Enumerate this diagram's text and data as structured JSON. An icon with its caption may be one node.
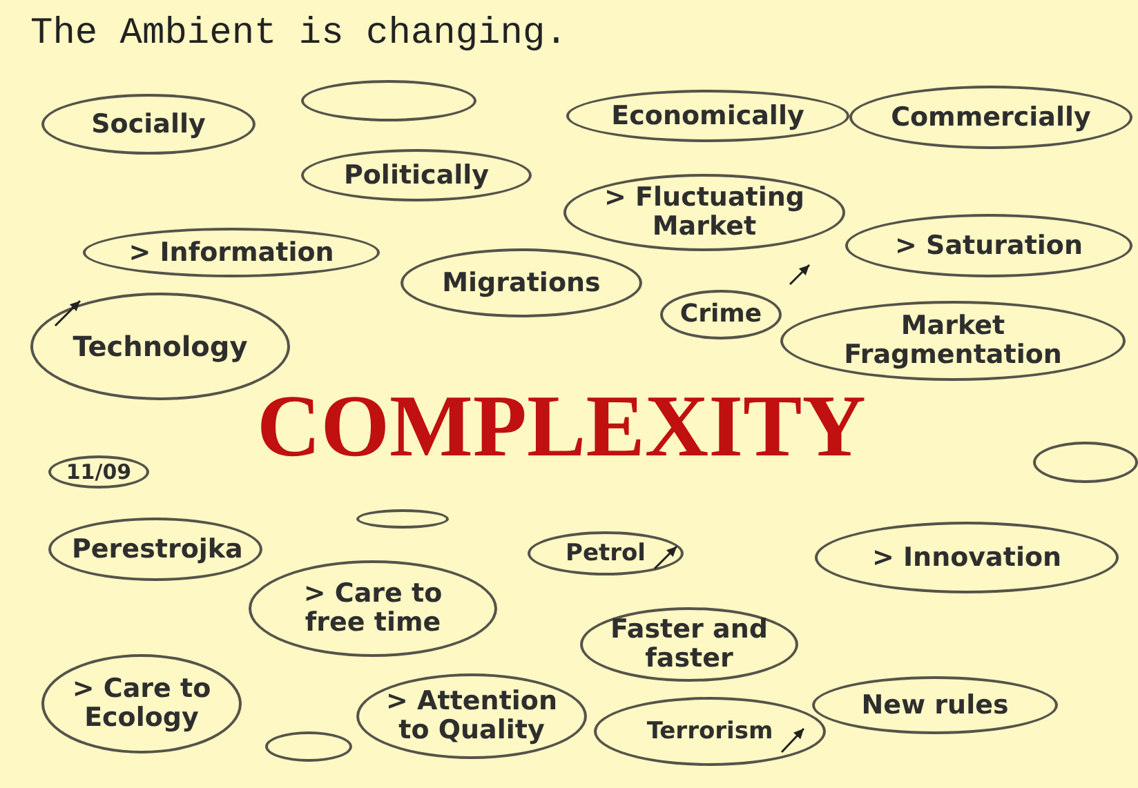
{
  "diagram": {
    "title": "The Ambient is changing.",
    "nodes": [
      {
        "text": [],
        "shape": "ellipse"
      },
      {
        "text": [
          "Socially"
        ]
      },
      {
        "text": [
          "Economically"
        ]
      },
      {
        "text": [
          "Commercially"
        ]
      },
      {
        "text": [
          "Politically"
        ]
      },
      {
        "text": [
          "> Fluctuating Market"
        ]
      },
      {
        "text": [
          "> Information"
        ]
      },
      {
        "text": [
          "> Saturation"
        ]
      },
      {
        "text": [
          "Migrations"
        ]
      },
      {
        "text": [
          "Crime"
        ]
      },
      {
        "text": [
          "Technology"
        ]
      },
      {
        "text": [
          "Market Fragmentation"
        ]
      },
      {
        "text": [],
        "shape": "ellipse"
      },
      {
        "text": [
          "11/09"
        ]
      },
      {
        "text": [],
        "shape": "ellipse"
      },
      {
        "text": [
          "Perestrojka"
        ]
      },
      {
        "text": [
          "Petrol"
        ]
      },
      {
        "text": [
          "> Innovation"
        ]
      },
      {
        "text": [
          "> Care to free time"
        ]
      },
      {
        "text": [
          "Faster and faster"
        ]
      },
      {
        "text": [
          "> Care to Ecology"
        ]
      },
      {
        "text": [
          "> Attention to Quality"
        ]
      },
      {
        "text": [
          "New rules"
        ]
      },
      {
        "text": [
          "Terrorism"
        ]
      },
      {
        "text": [],
        "shape": "ellipse"
      }
    ],
    "edges": [],
    "labels": [
      "COMPLEXITY"
    ]
  }
}
